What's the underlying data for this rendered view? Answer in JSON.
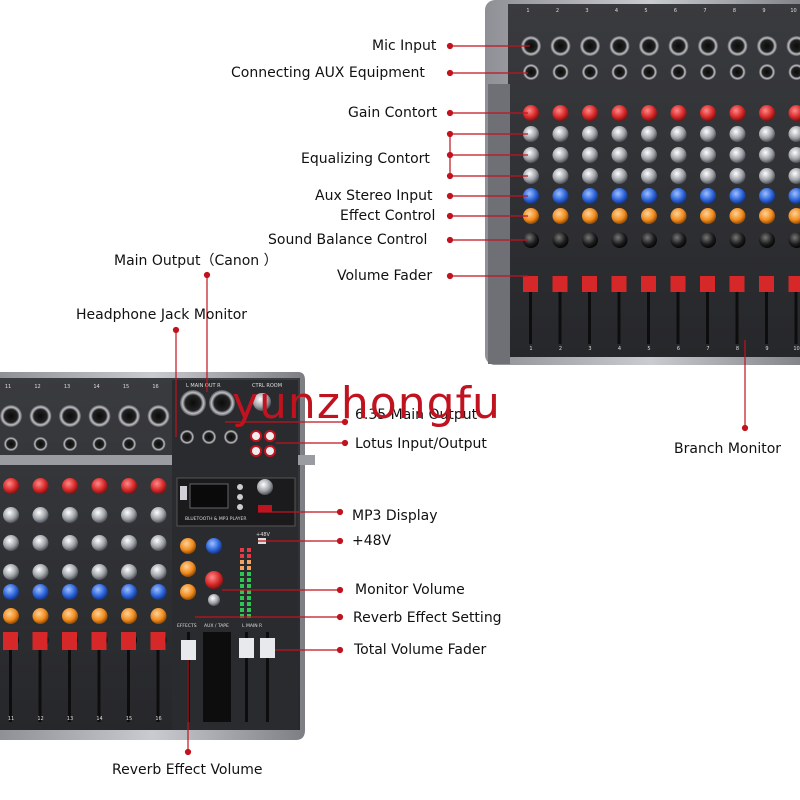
{
  "colors": {
    "accent": "#c1121f",
    "panel": "#2f3033",
    "knob_red": "#d62828",
    "knob_blue": "#2b63d9",
    "knob_orange": "#f08a1c"
  },
  "watermark": "yunzhongfu",
  "labels": {
    "mic_input": "Mic Input",
    "connecting_aux": "Connecting AUX Equipment",
    "gain_contort": "Gain Contort",
    "equalizing_contort": "Equalizing Contort",
    "aux_stereo_input": "Aux Stereo Input",
    "effect_control": "Effect Control",
    "sound_balance_control": "Sound Balance Control",
    "volume_fader": "Volume Fader",
    "main_output_canon": "Main Output（Canon ）",
    "headphone_jack_monitor": "Headphone Jack Monitor",
    "main_output_635": "6.35 Main Output",
    "lotus_input_output": "Lotus Input/Output",
    "branch_monitor": "Branch Monitor",
    "mp3_display": "MP3 Display",
    "phantom_48v": "+48V",
    "monitor_volume": "Monitor Volume",
    "reverb_effect_setting": "Reverb Effect Setting",
    "total_volume_fader": "Total Volume Fader",
    "reverb_effect_volume": "Reverb Effect Volume"
  },
  "mixer_text": {
    "top_channels": [
      "1",
      "2",
      "3",
      "4",
      "5",
      "6",
      "7",
      "8",
      "9",
      "10"
    ],
    "bottom_channels": [
      "11",
      "12",
      "13",
      "14",
      "15",
      "16"
    ],
    "main_out": "L  MAIN OUT  R",
    "ctrl_room": "CTRL ROOM",
    "mp3_player": "BLUETOOTH & MP3 PLAYER",
    "effects": "EFFECTS",
    "aux_tape": "AUX / TAPE",
    "main_lr": "L  MAIN  R",
    "phantom": "+48V"
  }
}
